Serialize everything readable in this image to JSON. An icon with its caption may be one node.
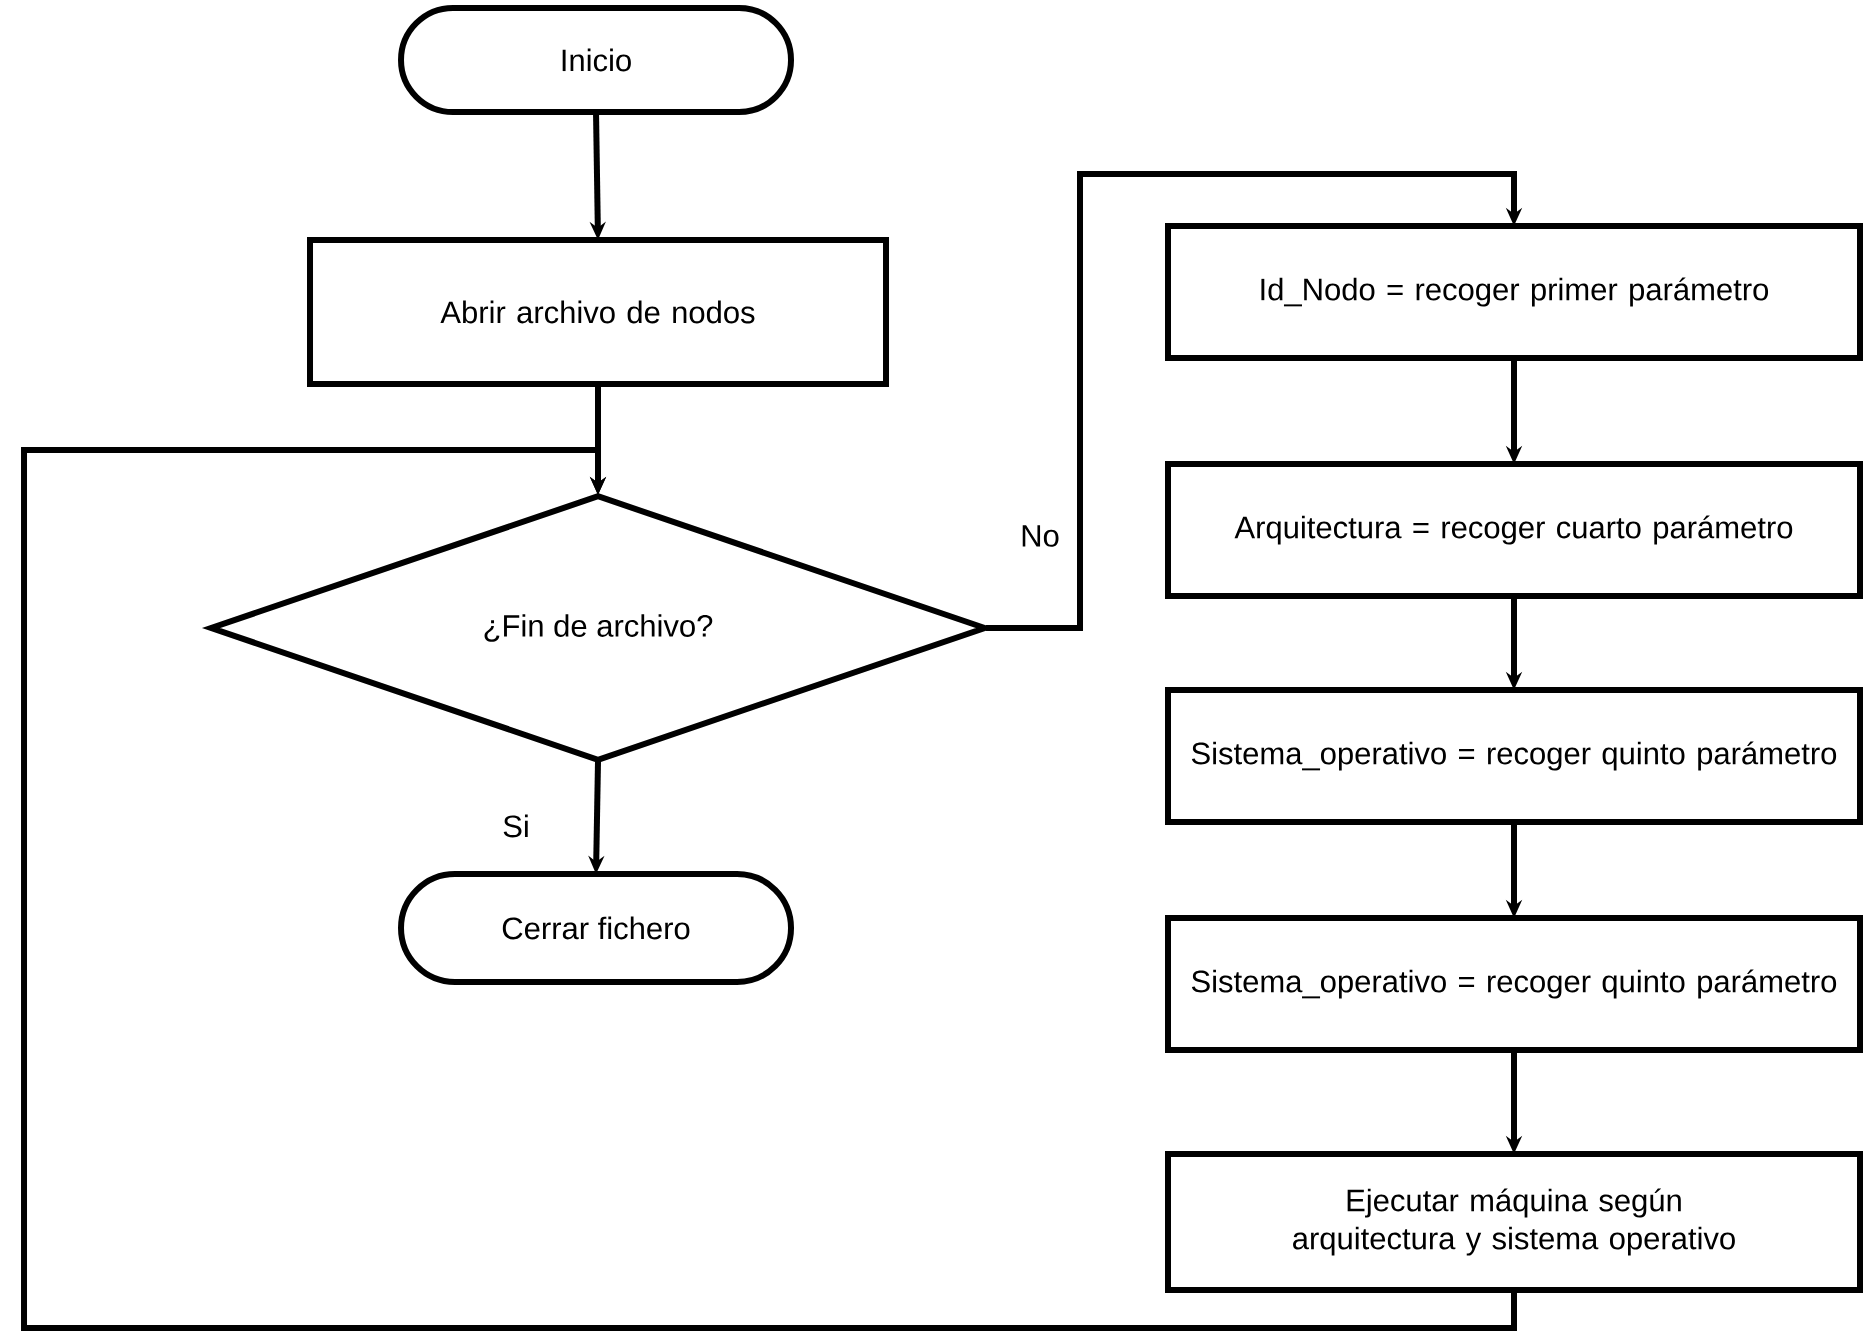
{
  "diagram": {
    "nodes": [
      {
        "text": [
          "Inicio"
        ]
      },
      {
        "text": [
          "Abrir archivo de nodos"
        ]
      },
      {
        "text": [
          "¿Fin de archivo?"
        ]
      },
      {
        "text": [
          "Cerrar fichero"
        ]
      },
      {
        "text": [
          "Id_Nodo = recoger primer parámetro"
        ]
      },
      {
        "text": [
          "Arquitectura = recoger cuarto parámetro"
        ]
      },
      {
        "text": [
          "Sistema_operativo = recoger quinto parámetro"
        ]
      },
      {
        "text": [
          "Sistema_operativo = recoger quinto parámetro"
        ]
      },
      {
        "text": [
          "Ejecutar máquina según arquitectura y sistema operativo"
        ]
      }
    ],
    "edges": [
      {
        "from": 0,
        "to": 1,
        "arrow": "to"
      },
      {
        "from": 1,
        "to": 2,
        "arrow": "to"
      },
      {
        "from": 2,
        "to": 4,
        "arrow": "to",
        "label": "No"
      },
      {
        "from": 2,
        "to": 3,
        "arrow": "to",
        "label": "Si"
      },
      {
        "from": 4,
        "to": 5,
        "arrow": "to"
      },
      {
        "from": 5,
        "to": 6,
        "arrow": "to"
      },
      {
        "from": 6,
        "to": 7,
        "arrow": "to"
      },
      {
        "from": 7,
        "to": 8,
        "arrow": "to"
      },
      {
        "from": 8,
        "to": 2,
        "arrow": "to"
      }
    ]
  }
}
